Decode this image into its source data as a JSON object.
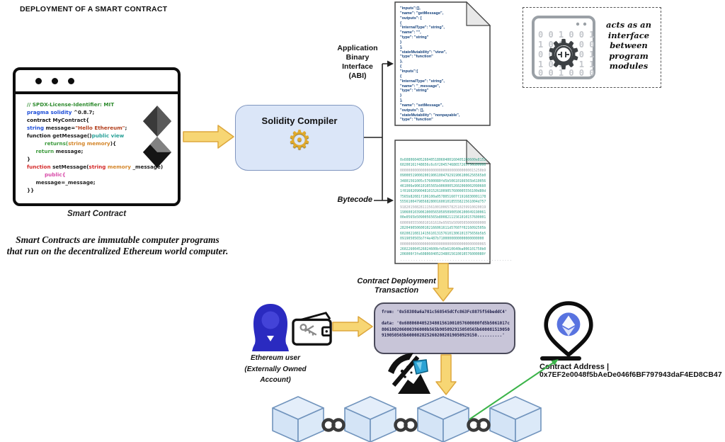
{
  "title": "DEPLOYMENT OF A SMART CONTRACT",
  "tagline_lines": [
    "Smart Contracts are immutable computer programs",
    "that run on the decentralized Ethereum world computer."
  ],
  "smart_contract": {
    "caption": "Smart Contract",
    "code": [
      [
        [
          "// SPDX-License-Identifier: MIT",
          "comment"
        ]
      ],
      [
        [
          "pragma solidity",
          "kw"
        ],
        [
          " ^0.8.7;",
          "plain"
        ]
      ],
      [
        [
          "contract",
          "kwb"
        ],
        [
          " MyContract{",
          "plain"
        ]
      ],
      [
        [
          "string",
          "kw"
        ],
        [
          " message=",
          "plain"
        ],
        [
          "\"Hello Ethereum\"",
          "str"
        ],
        [
          ";",
          "plain"
        ]
      ],
      [
        [
          "function",
          "kwb"
        ],
        [
          " getMessage()",
          "plain"
        ],
        [
          "public view",
          "teal"
        ]
      ],
      [
        [
          "          returns(",
          "green"
        ],
        [
          "string memory",
          "orange"
        ],
        [
          "){",
          "plain"
        ]
      ],
      [
        [
          "     return",
          "green"
        ],
        [
          " message;",
          "plain"
        ]
      ],
      [
        [
          "}",
          "plain"
        ]
      ],
      [
        [
          "function",
          "red"
        ],
        [
          " setMessage(",
          "plain"
        ],
        [
          "string",
          "red"
        ],
        [
          " memory",
          "orange"
        ],
        [
          " _message)",
          "plain"
        ]
      ],
      [
        [
          "          public{",
          "magenta"
        ]
      ],
      [
        [
          "     message=_message;",
          "plain"
        ]
      ],
      [
        [
          "}}",
          "plain"
        ]
      ]
    ]
  },
  "compiler": {
    "label": "Solidity Compiler"
  },
  "abi": {
    "label_lines": [
      "Application",
      "Binary",
      "Interface",
      "(ABI)"
    ],
    "lines": [
      "\"inputs\":[],",
      "\"name\": \"getMessage\",",
      "\"outputs\": [",
      "{",
      "\"internalType\": \"string\",",
      "\"name\": \"\",",
      "\"type\": \"string\"",
      "}",
      "],",
      "\"stateMutability\": \"view\",",
      "\"type\": \"function\"",
      "},",
      "{",
      "\"inputs\":[",
      "{",
      "\"internalType\": \"string\",",
      "\"name\": \"_message\",",
      "\"type\": \"string\"",
      "}",
      "],",
      "\"name\": \"setMessage\",",
      "\"outputs\": [],",
      "\"stateMutability\": \"nonpayable\",",
      "\"type\": \"function\""
    ]
  },
  "bytecode": {
    "label": "Bytecode",
    "lines": [
      [
        "0x60806040526040518060400160405280600e8152",
        "g"
      ],
      [
        "60200161f48656c6c6f20457468657265756d00000",
        "g"
      ],
      [
        "0000000000000000000000000000000000015250b9",
        "y"
      ],
      [
        "0900051900020019061004792919061006256565b0",
        "g"
      ],
      [
        "34801561005c57600080fd5b50610166565b610056",
        "g"
      ],
      [
        "461006e90610105565b90600052602060002090660",
        "g"
      ],
      [
        "1f016020900481015261009057600005556100d80d",
        "g"
      ],
      [
        "7565b82081f106100a0578051607f1916830001178",
        "g"
      ],
      [
        "55561004798568280016001018555821561004d757",
        "g"
      ],
      [
        "918201508281115610010065782510259910020019",
        "y"
      ],
      [
        "190600103906100056505050900506100049190061",
        "g"
      ],
      [
        "00e0565b5090056565b80082111561010157600001",
        "g"
      ],
      [
        "60009055506010161610e9565b5090505000000000",
        "y"
      ],
      [
        "282049050600102166061611d57607f0216092505b",
        "g"
      ],
      [
        "60200210811415610131576101306101375656b5b5",
        "g"
      ],
      [
        "0919050565b7f4e487b7100000000000000000000",
        "g"
      ],
      [
        "000000000000000000000000000000000000000065",
        "y"
      ],
      [
        "260226004526024600bfd5b610640ba006101750b0",
        "g"
      ],
      [
        "206000f3fe6080604052348015610010576000080f",
        "g"
      ],
      [
        "...........................................",
        "dots"
      ]
    ]
  },
  "module_icon": {
    "rows": [
      "0 0 1 0 0 1 0 0",
      "1 0 0 1 0 0 1",
      "0 0 1 0 0 1 0",
      "1 0 1 0 1 1",
      "0 0 1 0 0 0 0"
    ]
  },
  "interface_note_lines": [
    "acts as an",
    "interface",
    "between",
    "program",
    "modules"
  ],
  "transaction": {
    "label_lines": [
      "Contract Deployment",
      "Transaction"
    ],
    "lines": [
      "from: '0x58380a6a701c568545dCfc863Fc8875f56beddC4'",
      "",
      "data: '0x608060405234801561001057600080fd5b5061017c",
      "806100206000396000b565b905092915050565b600081519050",
      "919050565b6000828252602082019050929150..........'"
    ]
  },
  "user": {
    "label_lines": [
      "Ethereum user",
      "(Externally Owned",
      "Account)"
    ]
  },
  "contract_address": {
    "label": "Contract Address |",
    "address": "0x7EF2e0048f5bAeDe046f6BF797943daF4ED8CB47"
  },
  "colors": {
    "arrow_yellow": "#f7d674",
    "arrow_yellow_border": "#dda73d",
    "compiler_fill": "#dbe6f8",
    "cube_fill": "#dbe9f8",
    "cube_border": "#7194bd",
    "tx_fill": "#c8c5d8",
    "abi_text_blue": "#15427c",
    "bytecode_green": "#2e9e86",
    "green_arrow": "#3cb44a",
    "eth_pin_blue": "#5873e0",
    "user_blue": "#3232c8"
  }
}
